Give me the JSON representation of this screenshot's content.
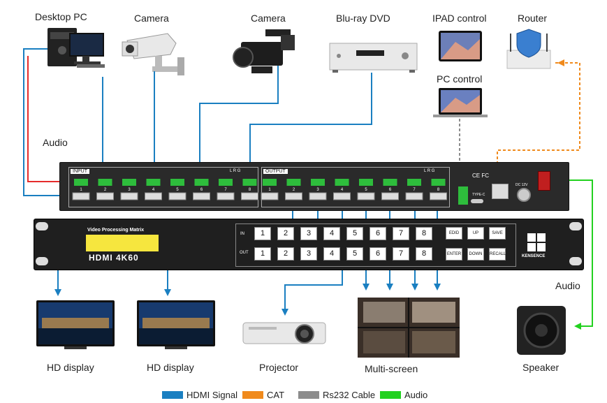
{
  "devices": {
    "desktop_pc": "Desktop PC",
    "camera_1": "Camera",
    "camera_2": "Camera",
    "bluray": "Blu-ray DVD",
    "ipad_control": "IPAD control",
    "router": "Router",
    "pc_control": "PC control",
    "hd_display_1": "HD display",
    "hd_display_2": "HD display",
    "projector": "Projector",
    "multiscreen": "Multi-screen",
    "speaker": "Speaker"
  },
  "annotations": {
    "audio_left": "Audio",
    "audio_right": "Audio"
  },
  "back_panel": {
    "input_label": "INPUT",
    "output_label": "OUTPUT",
    "lrg_in": "L R G",
    "lrg_out": "L R G",
    "input_ports": [
      "1",
      "2",
      "3",
      "4",
      "5",
      "6",
      "7",
      "8"
    ],
    "output_ports": [
      "1",
      "2",
      "3",
      "4",
      "5",
      "6",
      "7",
      "8"
    ],
    "typec": "TYPE-C",
    "dc": "DC 12V",
    "cert": "CE FC"
  },
  "front_panel": {
    "subtitle": "Video Processing Matrix",
    "model": "HDMI 4K60",
    "in_label": "IN",
    "out_label": "OUT",
    "in_buttons": [
      "1",
      "2",
      "3",
      "4",
      "5",
      "6",
      "7",
      "8"
    ],
    "out_buttons": [
      "1",
      "2",
      "3",
      "4",
      "5",
      "6",
      "7",
      "8"
    ],
    "key_buttons": [
      "EDID",
      "UP",
      "SAVE",
      "ENTER",
      "DOWN",
      "RECALL"
    ],
    "brand": "KENSENCE"
  },
  "legend": [
    {
      "label": "HDMI Signal",
      "color": "#1a7fc1"
    },
    {
      "label": "CAT",
      "color": "#f08a1c"
    },
    {
      "label": "Rs232 Cable",
      "color": "#8c8c8c"
    },
    {
      "label": "Audio",
      "color": "#22d11f"
    }
  ],
  "colors": {
    "hdmi": "#1a7fc1",
    "cat": "#f08a1c",
    "rs232": "#8c8c8c",
    "audio": "#22d11f",
    "audio_in": "#e52b2b"
  }
}
